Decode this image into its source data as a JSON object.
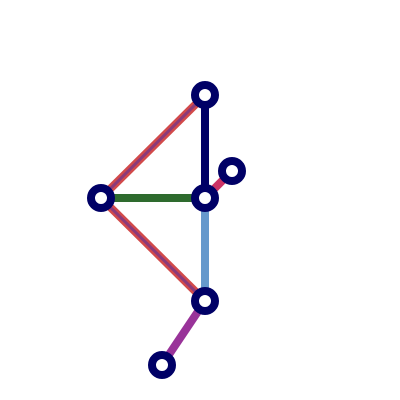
{
  "diagram": {
    "type": "graph",
    "node_fill": "#ffffff",
    "node_stroke": "#000066",
    "nodes": [
      {
        "id": "n1",
        "name": "node-top"
      },
      {
        "id": "n2",
        "name": "node-left"
      },
      {
        "id": "n3",
        "name": "node-center"
      },
      {
        "id": "n4",
        "name": "node-upper-right"
      },
      {
        "id": "n5",
        "name": "node-lower"
      },
      {
        "id": "n6",
        "name": "node-bottom"
      }
    ],
    "edges": [
      {
        "from": "n2",
        "to": "n1",
        "color": "#d24a4a",
        "inner_color": "#8b3a7a"
      },
      {
        "from": "n2",
        "to": "n5",
        "color": "#d24a4a",
        "inner_color": "#8b3a7a"
      },
      {
        "from": "n1",
        "to": "n3",
        "color": "#000066"
      },
      {
        "from": "n2",
        "to": "n3",
        "color": "#2e6b2e"
      },
      {
        "from": "n3",
        "to": "n4",
        "color": "#cc3366"
      },
      {
        "from": "n3",
        "to": "n5",
        "color": "#6699cc"
      },
      {
        "from": "n5",
        "to": "n6",
        "color": "#993399"
      }
    ]
  }
}
